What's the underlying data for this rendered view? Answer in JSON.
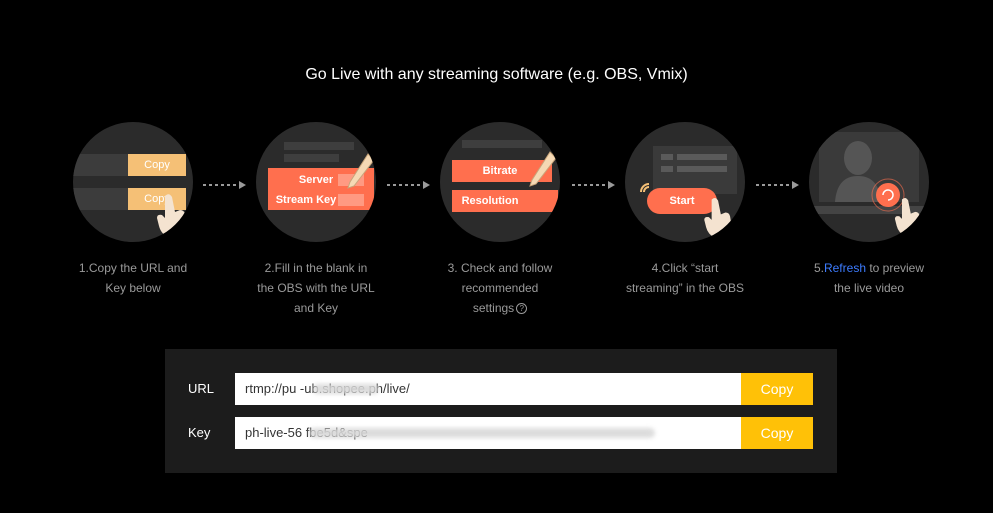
{
  "heading": "Go Live with any streaming software (e.g. OBS, Vmix)",
  "steps": [
    {
      "caption_line1": "1.Copy the URL and",
      "caption_line2": "Key below",
      "illustration": {
        "copy_label_1": "Copy",
        "copy_label_2": "Copy"
      }
    },
    {
      "caption_line1": "2.Fill in the blank in",
      "caption_line2": "the OBS with the URL",
      "caption_line3": "and Key",
      "illustration": {
        "server_label": "Server",
        "stream_key_label": "Stream Key"
      }
    },
    {
      "caption_line1": "3. Check and follow",
      "caption_line2": "recommended",
      "caption_line3": "settings",
      "help_glyph": "?",
      "illustration": {
        "bitrate_label": "Bitrate",
        "resolution_label": "Resolution"
      }
    },
    {
      "caption_line1": "4.Click “start",
      "caption_line2": "streaming” in the OBS",
      "illustration": {
        "start_label": "Start"
      }
    },
    {
      "caption_prefix": "5.",
      "caption_link": "Refresh",
      "caption_line1_rest": " to preview",
      "caption_line2": "the live video"
    }
  ],
  "rows": {
    "url": {
      "label": "URL",
      "value": "rtmp://pu          -ub.shopee.ph/live/",
      "copy_label": "Copy"
    },
    "key": {
      "label": "Key",
      "value": "ph-live-56                                                       fbe5d&spe",
      "copy_label": "Copy"
    }
  },
  "colors": {
    "accent_orange": "#ff6f4e",
    "copy_yellow": "#ffc107",
    "link_blue": "#3d7cff"
  },
  "icons": [
    "hand-pointer-icon",
    "pencil-icon",
    "arrow-right-icon",
    "help-circle-icon",
    "refresh-icon",
    "signal-icon"
  ]
}
